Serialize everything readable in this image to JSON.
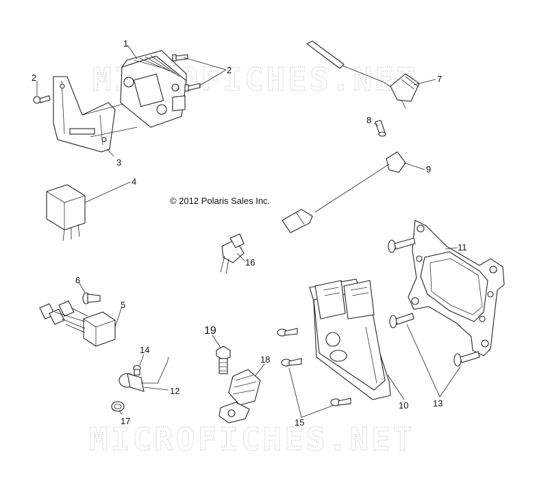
{
  "watermark": "MICROFICHES.NET",
  "copyright": "© 2012 Polaris Sales Inc.",
  "callouts": {
    "c1": "1",
    "c2a": "2",
    "c2b": "2",
    "c3": "3",
    "c4": "4",
    "c5": "5",
    "c6": "6",
    "c7": "7",
    "c8": "8",
    "c9": "9",
    "c10": "10",
    "c11": "11",
    "c12": "12",
    "c13": "13",
    "c14": "14",
    "c15": "15",
    "c16": "16",
    "c17": "17",
    "c18": "18",
    "c19": "19"
  }
}
